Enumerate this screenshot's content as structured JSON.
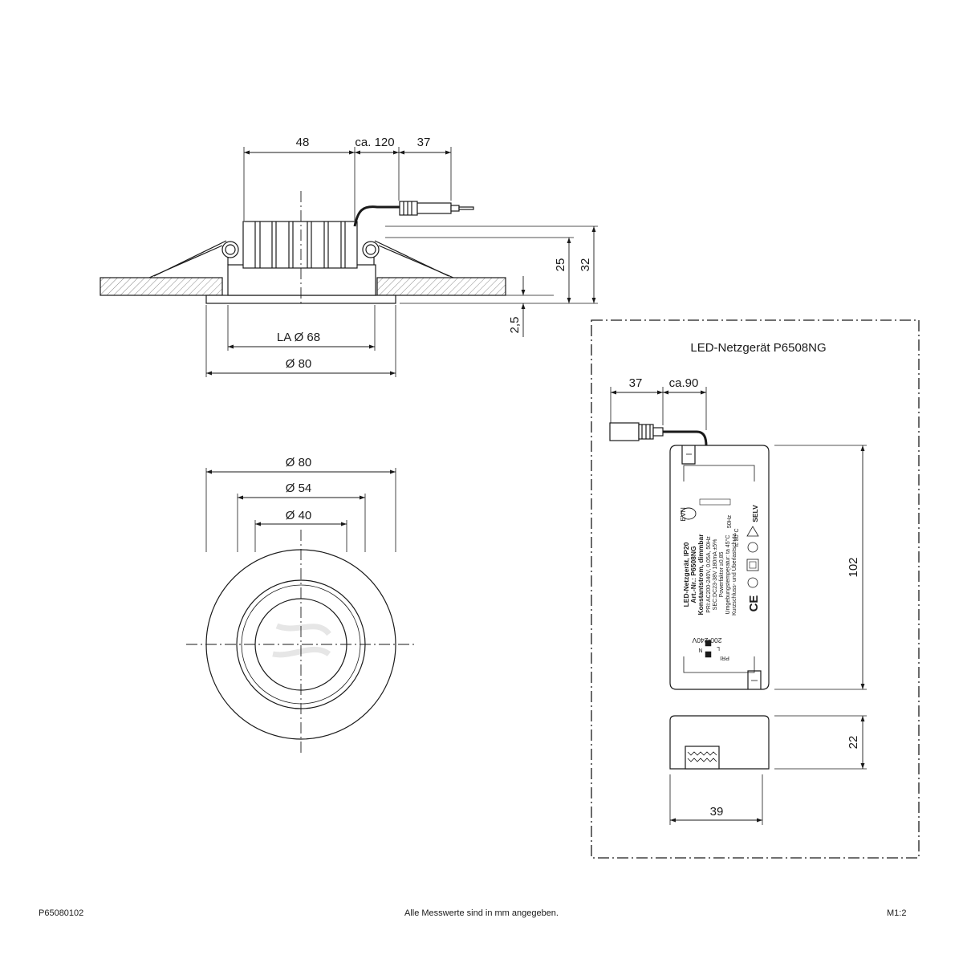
{
  "side_view": {
    "dims": {
      "w48": "48",
      "cable": "ca. 120",
      "plug": "37",
      "h25": "25",
      "h32": "32",
      "t25": "2,5",
      "la": "LA Ø 68",
      "outer": "Ø 80"
    }
  },
  "top_view": {
    "dims": {
      "d80": "Ø 80",
      "d54": "Ø 54",
      "d40": "Ø 40"
    }
  },
  "driver": {
    "title": "LED-Netzgerät P6508NG",
    "dims": {
      "plug": "37",
      "cable": "ca.90",
      "length": "102",
      "height": "22",
      "width": "39"
    },
    "label": {
      "brand": "EVN",
      "line1": "LED-Netzgerät, IP20",
      "line2": "Art.-Nr.: P6508NG",
      "line3": "Konstantstrom, dimmbar",
      "line4": "PRI:AC200-240V, 0.05A, 50Hz",
      "line5": "SEC:DC23-38V 180mA ±5%",
      "line6": "Powerfaktor ≥0,85",
      "line7": "Umgebungstemperatur: ta 45°C",
      "line8": "Kurzschluss- und Überlastschutz",
      "voltage": "200-240V",
      "pri": "PRI",
      "l": "L",
      "n": "N",
      "selv": "SELV",
      "ce": "CE",
      "tc": "tc 80°C",
      "hz": "50Hz"
    }
  },
  "footer": {
    "code": "P65080102",
    "note": "Alle Messwerte sind in mm angegeben.",
    "scale": "M1:2"
  }
}
